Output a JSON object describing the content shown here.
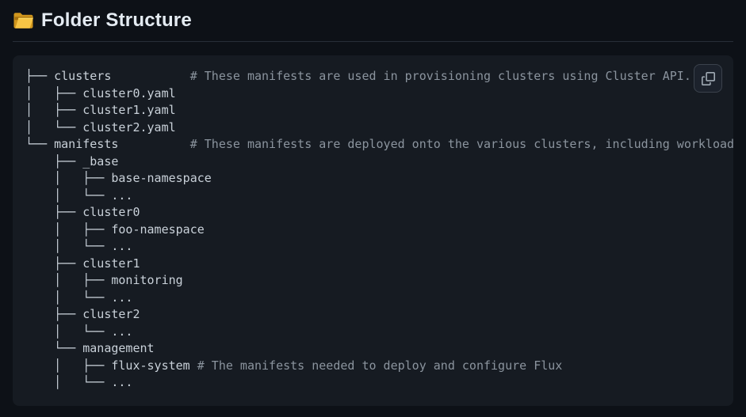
{
  "header": {
    "icon": "open-folder",
    "title": "Folder Structure"
  },
  "code_block": {
    "copy_button": {
      "icon": "copy"
    },
    "lines": [
      {
        "text": "├── clusters           ",
        "comment": "# These manifests are used in provisioning clusters using Cluster API."
      },
      {
        "text": "│   ├── cluster0.yaml",
        "comment": ""
      },
      {
        "text": "│   ├── cluster1.yaml",
        "comment": ""
      },
      {
        "text": "│   └── cluster2.yaml",
        "comment": ""
      },
      {
        "text": "└── manifests          ",
        "comment": "# These manifests are deployed onto the various clusters, including workload"
      },
      {
        "text": "    ├── _base",
        "comment": ""
      },
      {
        "text": "    │   ├── base-namespace",
        "comment": ""
      },
      {
        "text": "    │   └── ...",
        "comment": ""
      },
      {
        "text": "    ├── cluster0",
        "comment": ""
      },
      {
        "text": "    │   ├── foo-namespace",
        "comment": ""
      },
      {
        "text": "    │   └── ...",
        "comment": ""
      },
      {
        "text": "    ├── cluster1",
        "comment": ""
      },
      {
        "text": "    │   ├── monitoring",
        "comment": ""
      },
      {
        "text": "    │   └── ...",
        "comment": ""
      },
      {
        "text": "    ├── cluster2",
        "comment": ""
      },
      {
        "text": "    │   └── ...",
        "comment": ""
      },
      {
        "text": "    └── management",
        "comment": ""
      },
      {
        "text": "    │   ├── flux-system ",
        "comment": "# The manifests needed to deploy and configure Flux"
      },
      {
        "text": "    │   └── ...",
        "comment": ""
      }
    ]
  },
  "colors": {
    "page_bg": "#0d1117",
    "code_bg": "#161b22",
    "text": "#c9d1d9",
    "comment": "#8b949e",
    "heading_text": "#e4ebf2",
    "divider": "#272e38",
    "folder_front": "#f6c445",
    "folder_back": "#d0961d",
    "button_border": "#3b424c",
    "button_bg": "#1c222c",
    "copy_icon": "#a0aab4"
  }
}
